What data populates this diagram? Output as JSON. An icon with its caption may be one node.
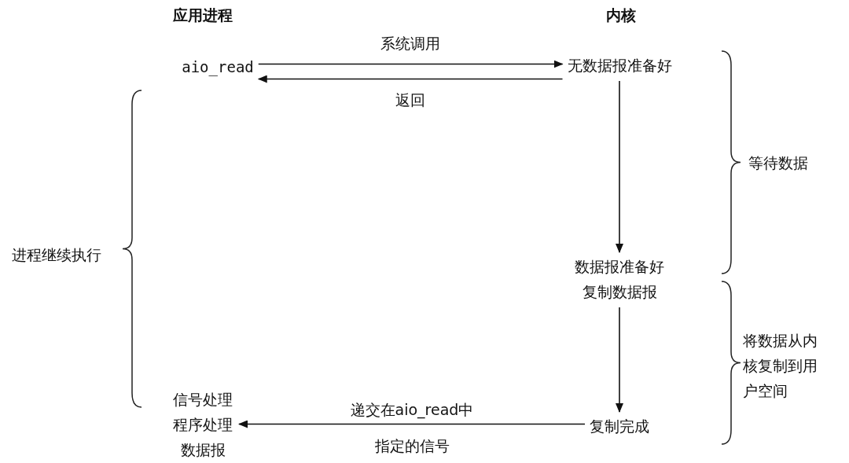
{
  "diagram": {
    "nodes": [
      {
        "text": [
          "aio_read"
        ]
      },
      {
        "text": [
          "无数据报准备好"
        ]
      },
      {
        "text": [
          "数据报准备好"
        ]
      },
      {
        "text": [
          "复制数据报"
        ]
      },
      {
        "text": [
          "复制完成"
        ]
      },
      {
        "text": [
          "信号处理程序处理数据报"
        ]
      }
    ],
    "edges": [
      {
        "from": 0,
        "to": 1,
        "arrow": "to",
        "label": "系统调用"
      },
      {
        "from": 1,
        "to": 0,
        "arrow": "to",
        "label": "返回"
      },
      {
        "from": 1,
        "to": 2,
        "arrow": "to"
      },
      {
        "from": 3,
        "to": 4,
        "arrow": "to"
      },
      {
        "from": 4,
        "to": 5,
        "arrow": "to",
        "label": "递交在aio_read中指定的信号"
      }
    ],
    "labels": [
      "应用进程",
      "内核",
      "进程继续执行",
      "等待数据",
      "将数据从内核复制到用户空间"
    ]
  }
}
